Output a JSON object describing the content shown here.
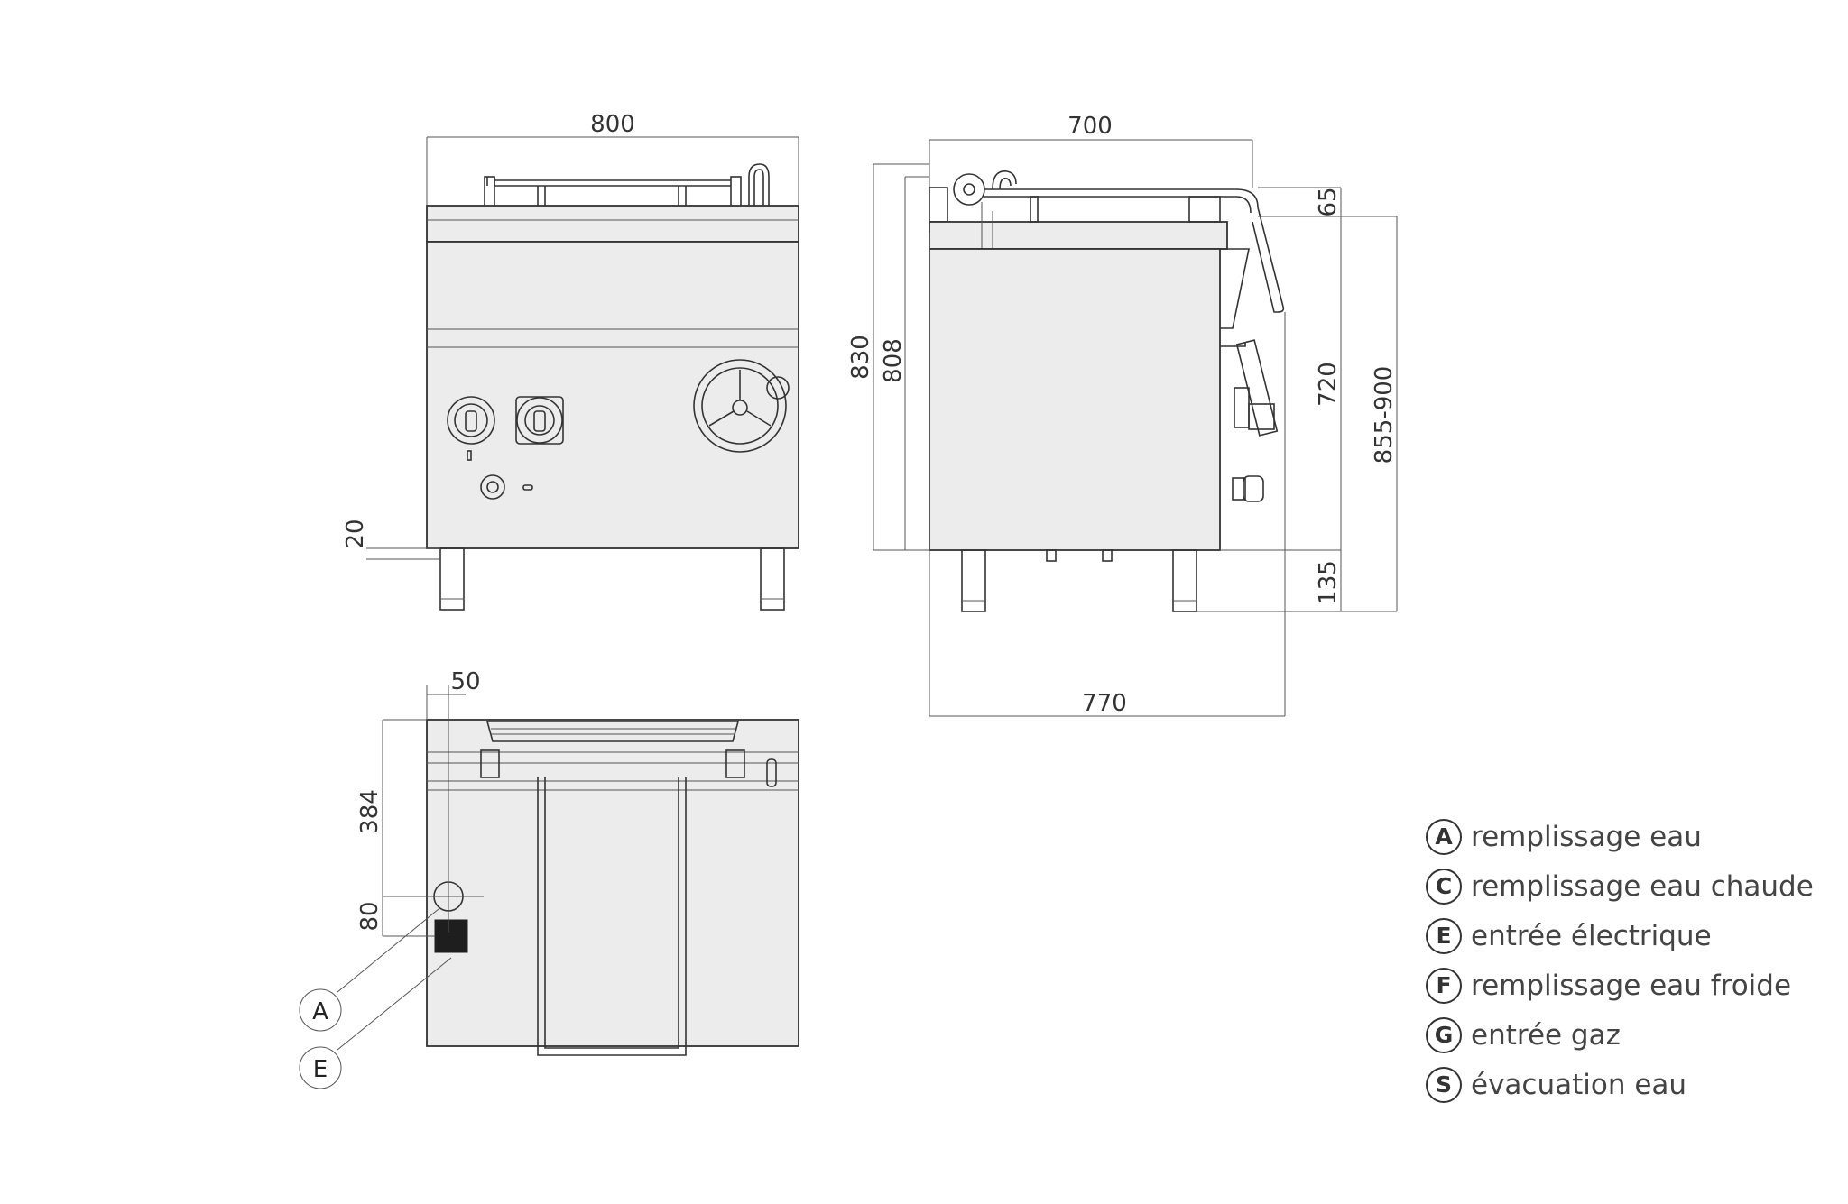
{
  "dimensions": {
    "front_width": "800",
    "front_foot": "20",
    "side_depth": "700",
    "side_total_depth": "770",
    "side_height_830": "830",
    "side_height_808": "808",
    "side_top": "65",
    "side_body": "720",
    "side_legs": "135",
    "side_range": "855-900",
    "top_offset_x": "50",
    "top_offset_y": "384",
    "top_offset_80": "80"
  },
  "callouts": {
    "a": "A",
    "e": "E"
  },
  "legend": [
    {
      "letter": "A",
      "text": "remplissage eau"
    },
    {
      "letter": "C",
      "text": "remplissage eau chaude"
    },
    {
      "letter": "E",
      "text": "entrée électrique"
    },
    {
      "letter": "F",
      "text": "remplissage eau froide"
    },
    {
      "letter": "G",
      "text": "entrée gaz"
    },
    {
      "letter": "S",
      "text": "évacuation eau"
    }
  ]
}
